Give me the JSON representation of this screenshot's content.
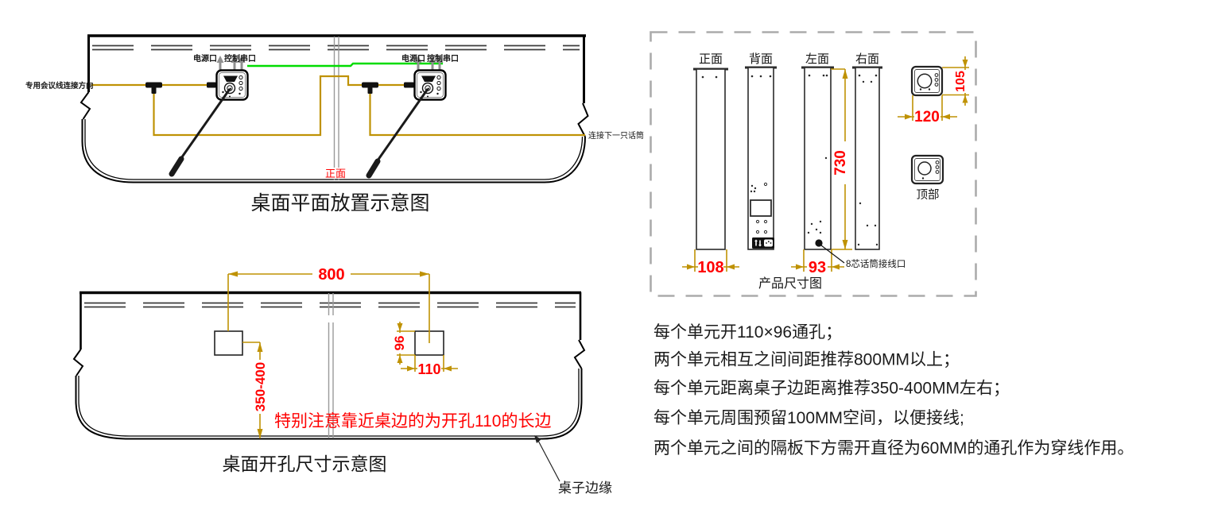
{
  "top_diagram": {
    "title": "桌面平面放置示意图",
    "conference_line_label": "专用会议线连接方向",
    "power_port_label": "电源口",
    "control_port_label": "控制串口",
    "front_label": "正面",
    "next_mic_label": "连接下一只话筒"
  },
  "hole_diagram": {
    "title": "桌面开孔尺寸示意图",
    "dim_spacing": "800",
    "dim_hole_height": "96",
    "dim_hole_width": "110",
    "dim_edge_distance": "350-400",
    "warning": "特别注意靠近桌边的为开孔110的长边",
    "table_edge_label": "桌子边缘"
  },
  "product_panel": {
    "title": "产品尺寸图",
    "view_front": "正面",
    "view_back": "背面",
    "view_left": "左面",
    "view_right": "右面",
    "view_top": "顶部",
    "dim_height": "730",
    "dim_front_width": "108",
    "dim_side_width": "93",
    "dim_top_depth": "105",
    "dim_top_width": "120",
    "mic_port_label": "8芯话筒接线口"
  },
  "notes": {
    "lines": [
      "每个单元开110×96通孔；",
      "两个单元相互之间间距推荐800MM以上；",
      "每个单元距离桌子边距离推荐350-400MM左右；",
      "每个单元周围预留100MM空间，以便接线;",
      "两个单元之间的隔板下方需开直径为60MM的通孔作为穿线作用。"
    ]
  },
  "colors": {
    "dimension_red": "#ff0000",
    "wire_olive": "#bf9204",
    "wire_green": "#00dc00",
    "arrow_gray": "#909090"
  }
}
